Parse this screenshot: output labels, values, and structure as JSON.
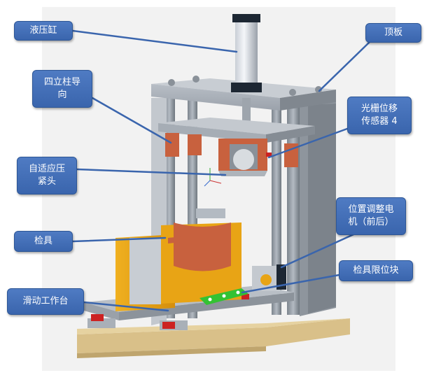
{
  "labels": {
    "hydraulic_cylinder": "液压缸",
    "top_plate": "顶板",
    "four_column_guide": "四立柱导\n向",
    "grating_sensor": "光栅位移\n传感器 4",
    "adaptive_clamp": "自适应压\n紧头",
    "position_motor": "位置调整电\n机（前后）",
    "fixture": "检具",
    "fixture_stop": "检具限位块",
    "sliding_table": "滑动工作台"
  },
  "colors": {
    "callout_fill": "#4472c4",
    "background": "#f2f2f2",
    "frame_gray": "#a9b0b8",
    "orange_fixture": "#e8a415",
    "copper": "#c8613e",
    "wood_base": "#d9c089",
    "red_bearing": "#cc2222",
    "green_rail": "#33c233"
  }
}
